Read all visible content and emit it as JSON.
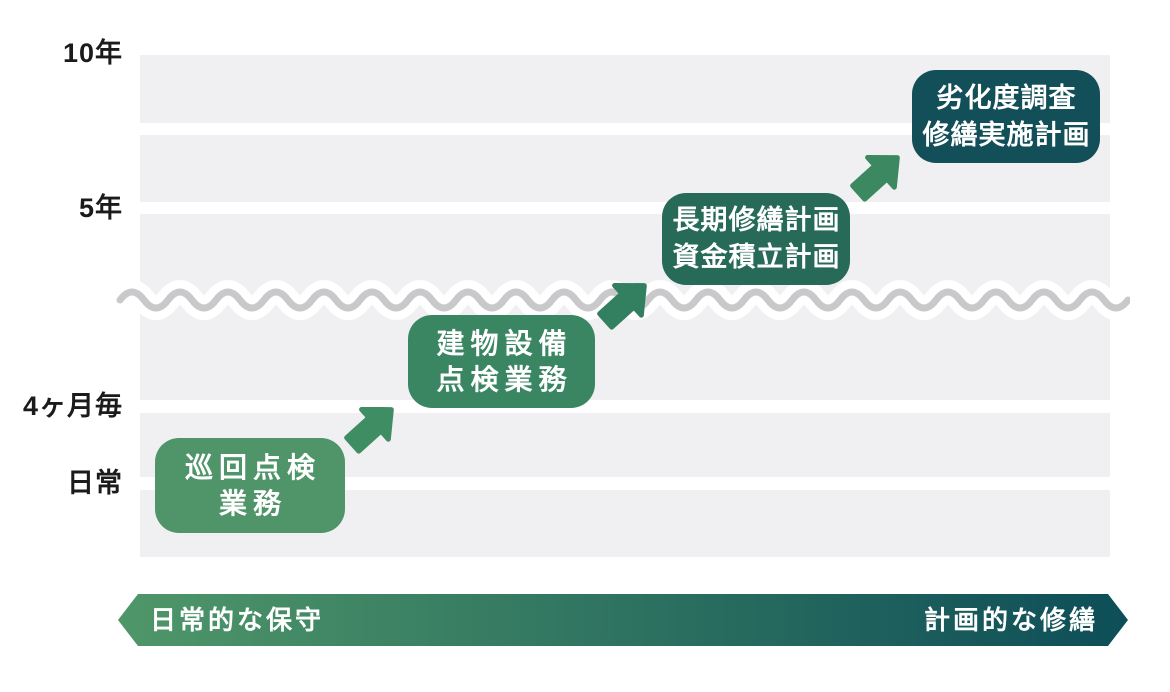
{
  "diagram": {
    "y_axis_labels": [
      "10年",
      "5年",
      "4ヶ月毎",
      "日常"
    ],
    "steps": [
      {
        "line1": "巡回点検",
        "line2": "業務",
        "color": "#4f9569"
      },
      {
        "line1": "建物設備",
        "line2": "点検業務",
        "color": "#3a8663"
      },
      {
        "line1": "長期修繕計画",
        "line2": "資金積立計画",
        "color": "#286a58"
      },
      {
        "line1": "劣化度調査",
        "line2": "修繕実施計画",
        "color": "#134f58"
      }
    ],
    "arrows": [
      {
        "color": "#3f8d62"
      },
      {
        "color": "#338060"
      },
      {
        "color": "#3c8961"
      }
    ],
    "bottom_bar": {
      "left_label": "日常的な保守",
      "right_label": "計画的な修繕",
      "gradient_start": "#4f9769",
      "gradient_end": "#0d4e58"
    },
    "wave_color": "#c9c9cb",
    "band_color": "#f0eff1"
  }
}
